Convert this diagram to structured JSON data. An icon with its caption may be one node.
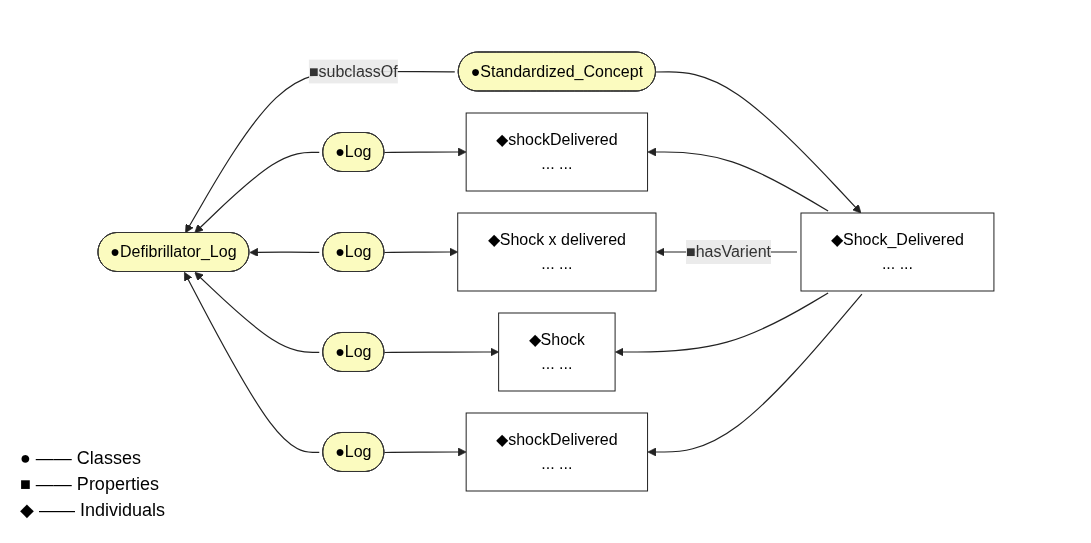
{
  "diagram": {
    "nodes": [
      {
        "text": [
          "●Standardized_Concept"
        ]
      },
      {
        "text": [
          "◆Shock_Delivered",
          "... ..."
        ]
      },
      {
        "text": [
          "●Log"
        ]
      },
      {
        "text": [
          "◆shockDelivered",
          "... ..."
        ]
      },
      {
        "text": [
          "●Defibrillator_Log"
        ]
      },
      {
        "text": [
          "●Log"
        ]
      },
      {
        "text": [
          "◆Shock x delivered",
          "... ..."
        ]
      },
      {
        "text": [
          "●Log"
        ]
      },
      {
        "text": [
          "◆Shock",
          "... ..."
        ]
      },
      {
        "text": [
          "●Log"
        ]
      },
      {
        "text": [
          "◆shockDelivered",
          "... ..."
        ]
      }
    ],
    "edges": [
      {
        "from": 0,
        "to": 4,
        "arrow": "to",
        "label": "■subclassOf"
      },
      {
        "from": 2,
        "to": 4,
        "arrow": "to"
      },
      {
        "from": 5,
        "to": 4,
        "arrow": "to"
      },
      {
        "from": 7,
        "to": 4,
        "arrow": "to"
      },
      {
        "from": 9,
        "to": 4,
        "arrow": "to"
      },
      {
        "from": 0,
        "to": 1,
        "arrow": "to"
      },
      {
        "from": 2,
        "to": 3,
        "arrow": "to"
      },
      {
        "from": 5,
        "to": 6,
        "arrow": "to"
      },
      {
        "from": 7,
        "to": 8,
        "arrow": "to"
      },
      {
        "from": 9,
        "to": 10,
        "arrow": "to"
      },
      {
        "from": 1,
        "to": 3,
        "arrow": "to"
      },
      {
        "from": 1,
        "to": 6,
        "arrow": "to",
        "label": "■hasVarient"
      },
      {
        "from": 1,
        "to": 8,
        "arrow": "to"
      },
      {
        "from": 1,
        "to": 10,
        "arrow": "to"
      }
    ],
    "legend": [
      {
        "text": "● —— Classes"
      },
      {
        "text": "■ —— Properties"
      },
      {
        "text": "◆ —— Individuals"
      }
    ]
  }
}
